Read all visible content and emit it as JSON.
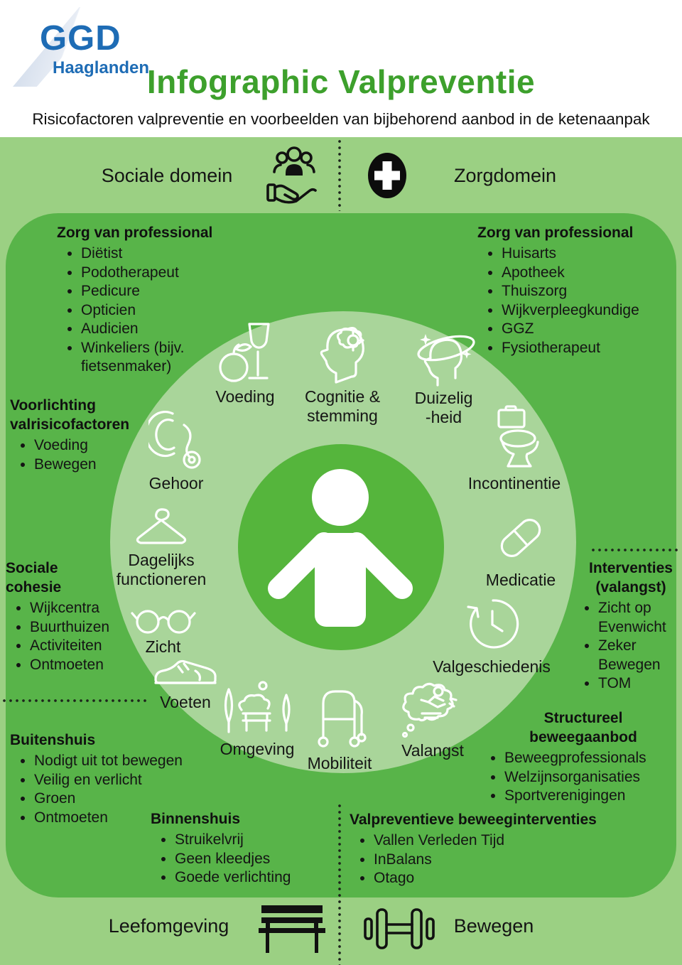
{
  "header": {
    "logo": {
      "name": "GGD",
      "region": "Haaglanden"
    },
    "title": "Infographic Valpreventie",
    "subtitle": "Risicofactoren valpreventie en voorbeelden van bijbehorend aanbod in de ketenaanpak"
  },
  "domains": {
    "social_label": "Sociale domein",
    "social_icon": "hand-with-people-icon",
    "care_label": "Zorgdomein",
    "care_icon": "medical-cross-icon"
  },
  "ring": {
    "center_icon": "person-icon",
    "factors": [
      {
        "key": "voeding",
        "label": "Voeding",
        "icon": "apple-wine-glass-icon"
      },
      {
        "key": "cognitie",
        "label": "Cognitie &\nstemming",
        "icon": "head-brain-icon"
      },
      {
        "key": "duizeligheid",
        "label": "Duizelig\n-heid",
        "icon": "dizzy-head-icon"
      },
      {
        "key": "gehoor",
        "label": "Gehoor",
        "icon": "hearing-aid-icon"
      },
      {
        "key": "incontinentie",
        "label": "Incontinentie",
        "icon": "toilet-icon"
      },
      {
        "key": "dagelijks_functioneren",
        "label": "Dagelijks\nfunctioneren",
        "icon": "clothes-hanger-icon"
      },
      {
        "key": "medicatie",
        "label": "Medicatie",
        "icon": "pill-capsule-icon"
      },
      {
        "key": "zicht",
        "label": "Zicht",
        "icon": "glasses-icon"
      },
      {
        "key": "valgeschiedenis",
        "label": "Valgeschiedenis",
        "icon": "clock-history-icon"
      },
      {
        "key": "voeten",
        "label": "Voeten",
        "icon": "shoe-icon"
      },
      {
        "key": "omgeving",
        "label": "Omgeving",
        "icon": "park-bench-trees-icon"
      },
      {
        "key": "mobiliteit",
        "label": "Mobiliteit",
        "icon": "walker-icon"
      },
      {
        "key": "valangst",
        "label": "Valangst",
        "icon": "falling-person-thought-cloud-icon"
      }
    ]
  },
  "blocks": {
    "zorg_social": {
      "title": "Zorg van professional",
      "items": [
        "Diëtist",
        "Podotherapeut",
        "Pedicure",
        "Opticien",
        "Audicien",
        "Winkeliers (bijv. fietsenmaker)"
      ]
    },
    "zorg_care": {
      "title": "Zorg van professional",
      "items": [
        "Huisarts",
        "Apotheek",
        "Thuiszorg",
        "Wijkverpleegkundige",
        "GGZ",
        "Fysiotherapeut"
      ]
    },
    "voorlichting": {
      "title": "Voorlichting\nvalrisicofactoren",
      "items": [
        "Voeding",
        "Bewegen"
      ]
    },
    "cohesie": {
      "title": "Sociale\ncohesie",
      "items": [
        "Wijkcentra",
        "Buurthuizen",
        "Activiteiten",
        "Ontmoeten"
      ]
    },
    "buitenshuis": {
      "title": "Buitenshuis",
      "items": [
        "Nodigt uit tot bewegen",
        "Veilig en verlicht",
        "Groen",
        "Ontmoeten"
      ]
    },
    "binnenshuis": {
      "title": "Binnenshuis",
      "items": [
        "Struikelvrij",
        "Geen kleedjes",
        "Goede verlichting"
      ]
    },
    "valpreventieve": {
      "title": "Valpreventieve beweeginterventies",
      "items": [
        "Vallen Verleden Tijd",
        "InBalans",
        "Otago"
      ]
    },
    "interventies": {
      "title": "Interventies\n(valangst)",
      "items": [
        "Zicht op Evenwicht",
        "Zeker Bewegen",
        "TOM"
      ]
    },
    "structureel": {
      "title": "Structureel\nbeweegaanbod",
      "items": [
        "Beweegprofessionals",
        "Welzijnsorganisaties",
        "Sportverenigingen"
      ]
    }
  },
  "footer": {
    "left_label": "Leefomgeving",
    "left_icon": "bench-icon",
    "right_label": "Bewegen",
    "right_icon": "dumbbell-icon"
  },
  "colors": {
    "page_bg": "#ffffff",
    "band_green": "#9bd083",
    "panel_green": "#58b449",
    "ring_green": "#a9d59a",
    "center_green": "#55b53c",
    "title_green": "#3da02c",
    "logo_blue": "#1e6cb5",
    "text": "#141414"
  }
}
